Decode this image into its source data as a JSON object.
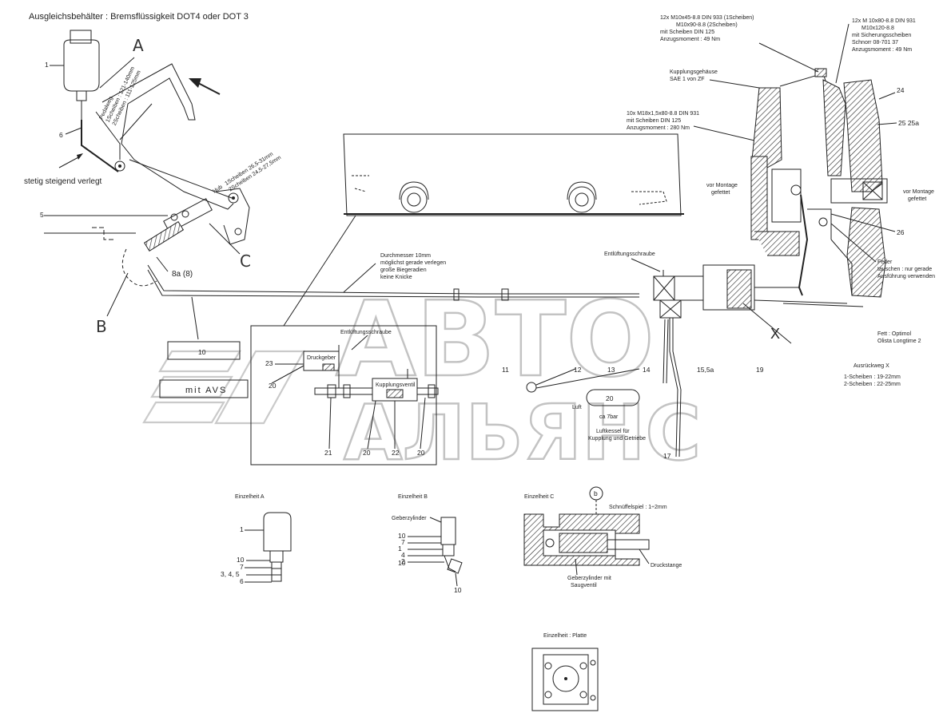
{
  "title": "Ausgleichsbehälter : Bremsflüssigkeit DOT4 oder DOT 3",
  "labels": {
    "stetig": "stetig steigend verlegt",
    "pedalweg": "Pedalweg",
    "pedal_1s": "1Scheiben : 121-140mm",
    "pedal_2s": "2Scheiben : 111-125mm",
    "hub_title": "Hub",
    "hub_1s": "1Scheiben 26,5-31mm",
    "hub_2s": "2Scheiben 24,5-27,5mm",
    "pipe_note_1": "Durchmesser 10mm",
    "pipe_note_2": "möglichst gerade verlegen",
    "pipe_note_3": "große Biegeradien",
    "pipe_note_4": "keine Knicke",
    "bolts_top_1": "12x M10x45-8.8 DIN 933 (1Scheiben)",
    "bolts_top_2": "M10x90-8.8          (2Scheiben)",
    "bolts_top_3": "mit Scheiben DIN 125",
    "bolts_top_4": "Anzugsmoment : 49 Nm",
    "bolts_r_1": "12x M 10x80-8.8 DIN 931",
    "bolts_r_2": "M10x120-8.8",
    "bolts_r_3": "mit Sicherungsscheiben",
    "bolts_r_4": "Schnorr 08-701 37",
    "bolts_r_5": "Anzugsmoment : 49 Nm",
    "housing_1": "Kupplungsgehäuse",
    "housing_2": "SAE 1 von ZF",
    "bolts_m_1": "10x M18x1,5x80-8.8 DIN 931",
    "bolts_m_2": "mit Scheiben DIN 125",
    "bolts_m_3": "Anzugsmoment : 280 Nm",
    "vor_montage_l1": "vor Montage",
    "vor_montage_l2": "gefettet",
    "vor_montage_r1": "vor Montage",
    "vor_montage_r2": "gefettet",
    "feder_1": "Feder",
    "feder_2": "tauschen : nur gerade",
    "feder_3": "Ausführung verwenden",
    "entl_top": "Entlüftungsschraube",
    "entl_mid": "Entlüftungsschraube",
    "fett_1": "Fett : Optimol",
    "fett_2": "Olista Longtime 2",
    "ausrueck_title": "Ausrückweg X",
    "ausrueck_1": "1-Scheiben : 19-22mm",
    "ausrueck_2": "2-Scheiben : 22-25mm",
    "x_mark": "X",
    "luft": "Luft",
    "druck": "ca 7bar",
    "druck_note_1": "Luftkessel für",
    "druck_note_2": "Kupplung und Getriebe",
    "drucksensor": "Druckgeber",
    "kuppl_ventil": "Kupplungsventil",
    "mit_avs": "mit AVS",
    "detail_a": "Einzelheit A",
    "detail_b": "Einzelheit B",
    "detail_c": "Einzelheit C",
    "detail_plate": "Einzelheit : Platte",
    "geberzylinder": "Geberzylinder",
    "schnueffel": "Schnüffelspiel : 1÷2mm",
    "druckstange": "Druckstange",
    "geber_saug_1": "Geberzylinder mit",
    "geber_saug_2": "Saugventil",
    "letter_A": "A",
    "letter_B": "B",
    "letter_C": "C",
    "circle_b": "b"
  },
  "numbers": {
    "n1": "1",
    "n6": "6",
    "n5": "5",
    "n8a": "8a  (8)",
    "n10": "10",
    "n11": "11",
    "n12": "12",
    "n13": "13",
    "n14": "14",
    "n15": "15,5a",
    "n17": "17",
    "n19": "19",
    "n20": "20",
    "n20b": "20",
    "n21": "21",
    "n22": "22",
    "n23": "23",
    "n24": "24",
    "n25": "25  25a",
    "n26": "26",
    "detA_1": "1",
    "detA_10": "10",
    "detA_7": "7",
    "detA_345": "3, 4, 5",
    "detA_6": "6",
    "detB_10a": "10",
    "detB_7": "7",
    "detB_1": "1",
    "detB_4": "4",
    "detB_2": "2",
    "detB_10b": "10",
    "detB_10c": "10"
  },
  "watermark": {
    "line1": "АВТО",
    "line2": "АЛЬЯНС"
  }
}
